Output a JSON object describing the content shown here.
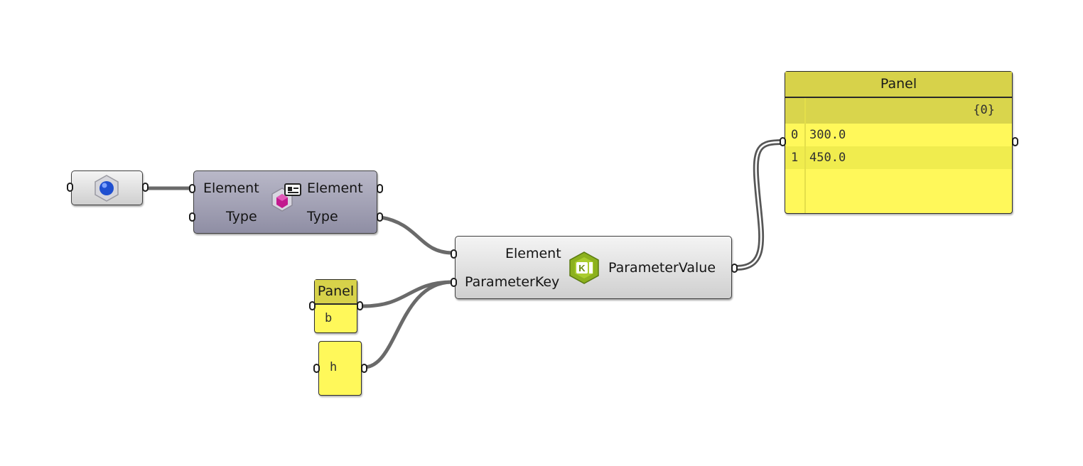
{
  "element_param": {
    "icon": "blue-sphere-hexagon-icon"
  },
  "element_type": {
    "inputs": [
      "Element",
      "Type"
    ],
    "outputs": [
      "Element",
      "Type"
    ],
    "icon": "element-type-icon"
  },
  "parameter_value": {
    "inputs": [
      "Element",
      "ParameterKey"
    ],
    "output": "ParameterValue",
    "icon": "k-hexagon-icon",
    "icon_letter": "K"
  },
  "panel_b": {
    "title": "Panel",
    "content": "b"
  },
  "panel_h": {
    "content": "h"
  },
  "panel_output": {
    "title": "Panel",
    "path": "{0}",
    "rows": [
      {
        "index": "0",
        "value": "300.0"
      },
      {
        "index": "1",
        "value": "450.0"
      }
    ]
  },
  "colors": {
    "panel_fill": "#fff85a",
    "panel_header": "#d7d24a",
    "wire": "#6a6a6a",
    "component_fill": "#dcdcdc",
    "component_dark_fill": "#a3a2b6"
  }
}
